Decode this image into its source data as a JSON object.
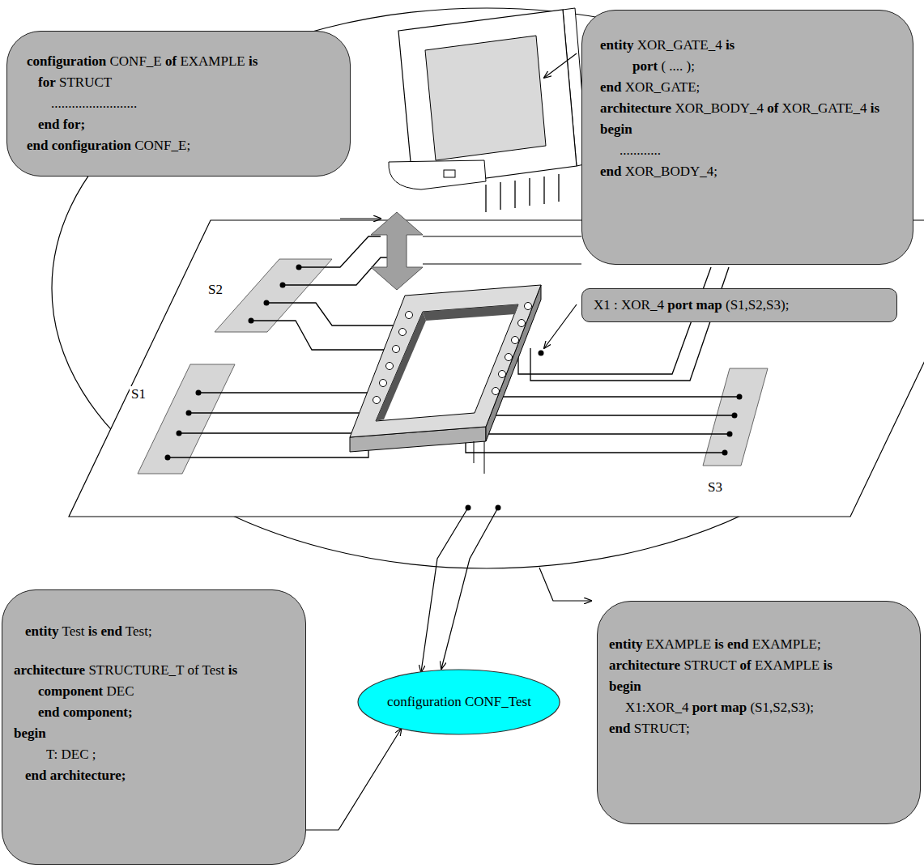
{
  "diagram": {
    "nodes": [
      {
        "text": [
          "configuration CONF_E of EXAMPLE is",
          "for STRUCT",
          ".........................",
          "end for;",
          "end configuration CONF_E;"
        ]
      },
      {
        "text": [
          "entity XOR_GATE_4 is",
          "port ( .... );",
          "end XOR_GATE;",
          "architecture XOR_BODY_4 of XOR_GATE_4 is",
          "begin",
          "............",
          "end XOR_BODY_4;"
        ]
      },
      {
        "text": [
          "X1 : XOR_4 port map (S1,S2,S3);"
        ]
      },
      {
        "text": [
          "entity Test is end Test;",
          "architecture STRUCTURE_T of Test is",
          "component DEC",
          "end component;",
          "begin",
          "T: DEC ;",
          "end architecture;"
        ]
      },
      {
        "text": [
          "configuration CONF_Test"
        ]
      },
      {
        "text": [
          "entity EXAMPLE is end EXAMPLE;",
          "architecture STRUCT of EXAMPLE is",
          "begin",
          "X1:XOR_4 port map (S1,S2,S3);",
          "end STRUCT;"
        ]
      }
    ],
    "edges": [
      {
        "from": 3,
        "to": 4,
        "arrow": "to"
      }
    ],
    "labels": [
      "S2",
      "S1",
      "S3"
    ]
  }
}
